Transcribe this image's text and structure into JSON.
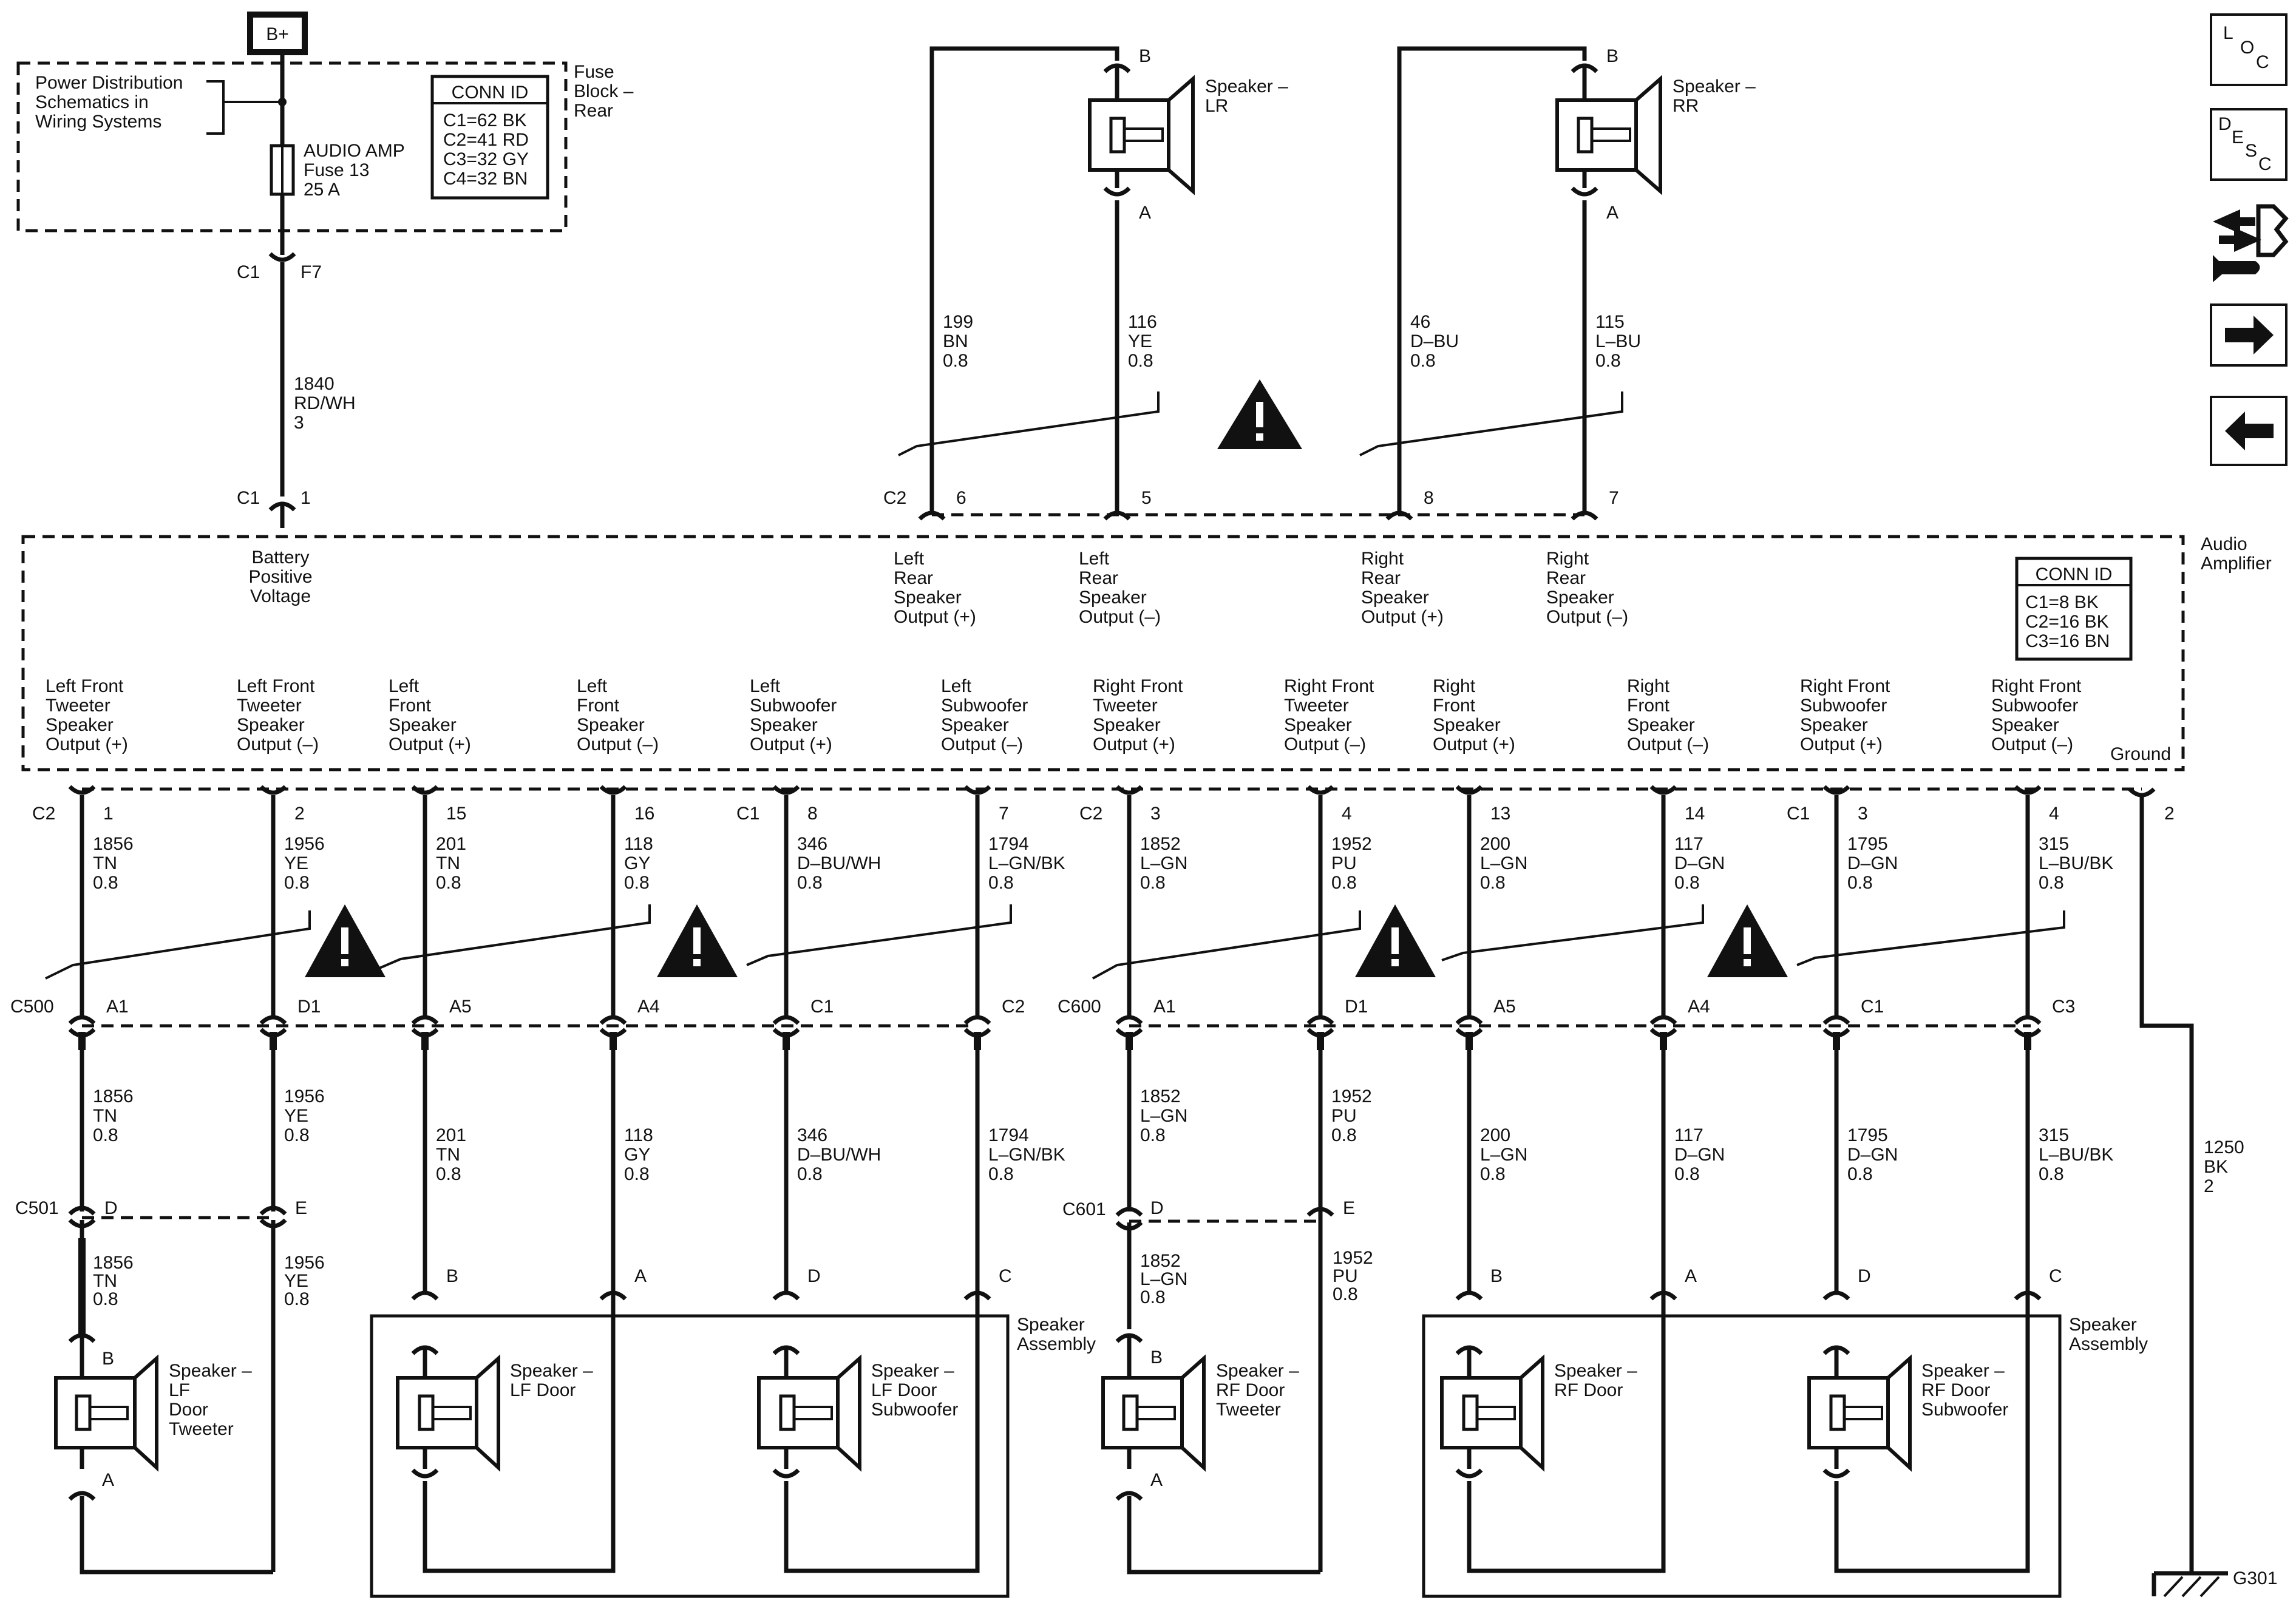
{
  "battery_label": "B+",
  "power_dist": {
    "line1": "Power Distribution",
    "line2": "Schematics in",
    "line3": "Wiring Systems"
  },
  "fuse_block": {
    "line1": "Fuse",
    "line2": "Block –",
    "line3": "Rear"
  },
  "fuse": {
    "name": "AUDIO AMP",
    "fuse": "Fuse 13",
    "rating": "25 A"
  },
  "fuse_conn": {
    "title": "CONN ID",
    "c1": "C1=62 BK",
    "c2": "C2=41 RD",
    "c3": "C3=32 GY",
    "c4": "C4=32 BN"
  },
  "feed": {
    "conn_top": "C1",
    "pin_top": "F7",
    "wire_num": "1840",
    "wire_color": "RD/WH",
    "wire_size": "3",
    "conn_amp": "C1",
    "pin_amp": "1",
    "label1": "Battery",
    "label2": "Positive",
    "label3": "Voltage"
  },
  "amp": {
    "title1": "Audio",
    "title2": "Amplifier",
    "conn_title": "CONN ID",
    "c1": "C1=8 BK",
    "c2": "C2=16 BK",
    "c3": "C3=16 BN",
    "ground_label": "Ground"
  },
  "rear": {
    "conn": "C2",
    "lr_name1": "Speaker –",
    "lr_name2": "LR",
    "rr_name1": "Speaker –",
    "rr_name2": "RR",
    "pin_b": "B",
    "pin_a": "A",
    "wires": [
      {
        "pin": "6",
        "num": "199",
        "color": "BN",
        "size": "0.8",
        "o1": "Left",
        "o2": "Rear",
        "o3": "Speaker",
        "o4": "Output (+)"
      },
      {
        "pin": "5",
        "num": "116",
        "color": "YE",
        "size": "0.8",
        "o1": "Left",
        "o2": "Rear",
        "o3": "Speaker",
        "o4": "Output (–)"
      },
      {
        "pin": "8",
        "num": "46",
        "color": "D–BU",
        "size": "0.8",
        "o1": "Right",
        "o2": "Rear",
        "o3": "Speaker",
        "o4": "Output (+)"
      },
      {
        "pin": "7",
        "num": "115",
        "color": "L–BU",
        "size": "0.8",
        "o1": "Right",
        "o2": "Rear",
        "o3": "Speaker",
        "o4": "Output (–)"
      }
    ]
  },
  "front": {
    "outputs": [
      {
        "l1": "Left Front",
        "l2": "Tweeter",
        "l3": "Speaker",
        "l4": "Output (+)",
        "conn": "C2",
        "pin": "1",
        "num": "1856",
        "color": "TN",
        "size": "0.8",
        "inl": "A1",
        "inl_conn": "C500"
      },
      {
        "l1": "Left Front",
        "l2": "Tweeter",
        "l3": "Speaker",
        "l4": "Output (–)",
        "conn": "",
        "pin": "2",
        "num": "1956",
        "color": "YE",
        "size": "0.8",
        "inl": "D1",
        "inl_conn": ""
      },
      {
        "l1": "Left",
        "l2": "Front",
        "l3": "Speaker",
        "l4": "Output (+)",
        "conn": "",
        "pin": "15",
        "num": "201",
        "color": "TN",
        "size": "0.8",
        "inl": "A5",
        "inl_conn": ""
      },
      {
        "l1": "Left",
        "l2": "Front",
        "l3": "Speaker",
        "l4": "Output (–)",
        "conn": "",
        "pin": "16",
        "num": "118",
        "color": "GY",
        "size": "0.8",
        "inl": "A4",
        "inl_conn": ""
      },
      {
        "l1": "Left",
        "l2": "Subwoofer",
        "l3": "Speaker",
        "l4": "Output (+)",
        "conn": "C1",
        "pin": "8",
        "num": "346",
        "color": "D–BU/WH",
        "size": "0.8",
        "inl": "C1",
        "inl_conn": ""
      },
      {
        "l1": "Left",
        "l2": "Subwoofer",
        "l3": "Speaker",
        "l4": "Output (–)",
        "conn": "",
        "pin": "7",
        "num": "1794",
        "color": "L–GN/BK",
        "size": "0.8",
        "inl": "C2",
        "inl_conn": ""
      },
      {
        "l1": "Right Front",
        "l2": "Tweeter",
        "l3": "Speaker",
        "l4": "Output (+)",
        "conn": "C2",
        "pin": "3",
        "num": "1852",
        "color": "L–GN",
        "size": "0.8",
        "inl": "A1",
        "inl_conn": "C600"
      },
      {
        "l1": "Right Front",
        "l2": "Tweeter",
        "l3": "Speaker",
        "l4": "Output (–)",
        "conn": "",
        "pin": "4",
        "num": "1952",
        "color": "PU",
        "size": "0.8",
        "inl": "D1",
        "inl_conn": ""
      },
      {
        "l1": "Right",
        "l2": "Front",
        "l3": "Speaker",
        "l4": "Output (+)",
        "conn": "",
        "pin": "13",
        "num": "200",
        "color": "L–GN",
        "size": "0.8",
        "inl": "A5",
        "inl_conn": ""
      },
      {
        "l1": "Right",
        "l2": "Front",
        "l3": "Speaker",
        "l4": "Output (–)",
        "conn": "",
        "pin": "14",
        "num": "117",
        "color": "D–GN",
        "size": "0.8",
        "inl": "A4",
        "inl_conn": ""
      },
      {
        "l1": "Right Front",
        "l2": "Subwoofer",
        "l3": "Speaker",
        "l4": "Output (+)",
        "conn": "C1",
        "pin": "3",
        "num": "1795",
        "color": "D–GN",
        "size": "0.8",
        "inl": "C1",
        "inl_conn": ""
      },
      {
        "l1": "Right Front",
        "l2": "Subwoofer",
        "l3": "Speaker",
        "l4": "Output (–)",
        "conn": "",
        "pin": "4",
        "num": "315",
        "color": "L–BU/BK",
        "size": "0.8",
        "inl": "C3",
        "inl_conn": ""
      }
    ]
  },
  "ground": {
    "pin": "2",
    "num": "1250",
    "color": "BK",
    "size": "2",
    "name": "G301"
  },
  "tweeters": {
    "lf": {
      "conn": "C501",
      "pin_d": "D",
      "pin_e": "E",
      "num1": "1856",
      "c1": "TN",
      "s1": "0.8",
      "num2": "1956",
      "c2": "YE",
      "s2": "0.8",
      "pin_b": "B",
      "pin_a": "A",
      "n1": "Speaker –",
      "n2": "LF",
      "n3": "Door",
      "n4": "Tweeter"
    },
    "rf": {
      "conn": "C601",
      "pin_d": "D",
      "pin_e": "E",
      "num1": "1852",
      "c1": "L–GN",
      "s1": "0.8",
      "num2": "1952",
      "c2": "PU",
      "s2": "0.8",
      "pin_b": "B",
      "pin_a": "A",
      "n1": "Speaker –",
      "n2": "RF Door",
      "n3": "Tweeter"
    }
  },
  "assemblies": {
    "left": {
      "title1": "Speaker",
      "title2": "Assembly",
      "pins": [
        "B",
        "A",
        "D",
        "C"
      ],
      "door1": "Speaker –",
      "door2": "LF Door",
      "sub1": "Speaker –",
      "sub2": "LF Door",
      "sub3": "Subwoofer"
    },
    "right": {
      "title1": "Speaker",
      "title2": "Assembly",
      "pins": [
        "B",
        "A",
        "D",
        "C"
      ],
      "door1": "Speaker –",
      "door2": "RF Door",
      "sub1": "Speaker –",
      "sub2": "RF Door",
      "sub3": "Subwoofer"
    }
  },
  "nav": {
    "loc": {
      "l1": "L",
      "l2": "O",
      "l3": "C"
    },
    "desc": {
      "l1": "D",
      "l2": "E",
      "l3": "S",
      "l4": "C"
    },
    "icons": [
      "loc-button",
      "desc-button",
      "connector-repair-icon",
      "next-arrow-icon",
      "previous-arrow-icon"
    ]
  }
}
